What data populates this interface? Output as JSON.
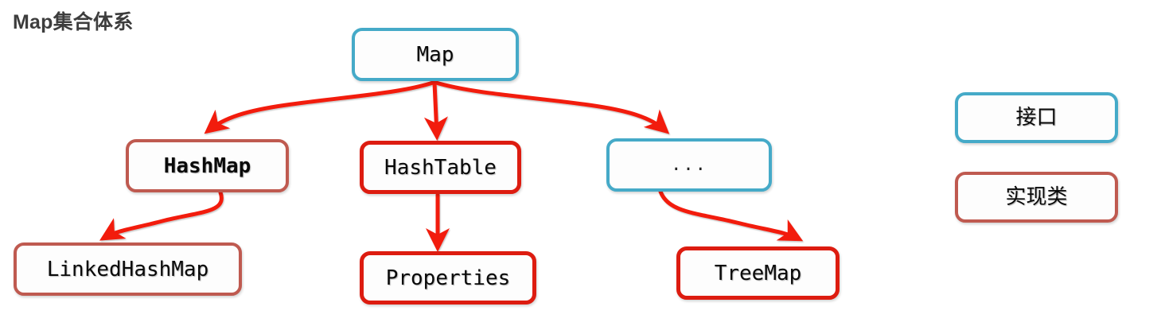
{
  "title": "Map集合体系",
  "palette": {
    "interface_border": "#45aac8",
    "impl_border_muted": "#bf5a50",
    "impl_border_bright": "#dd1c10",
    "arrow": "#f21a0a",
    "title_color": "#3d3d3d",
    "background": "#ffffff"
  },
  "nodes": {
    "map": {
      "label": "Map",
      "kind": "interface"
    },
    "hashmap": {
      "label": "HashMap",
      "kind": "implementation"
    },
    "hashtable": {
      "label": "HashTable",
      "kind": "implementation"
    },
    "ellipsis": {
      "label": "...",
      "kind": "interface"
    },
    "linkedhashmap": {
      "label": "LinkedHashMap",
      "kind": "implementation"
    },
    "properties": {
      "label": "Properties",
      "kind": "implementation"
    },
    "treemap": {
      "label": "TreeMap",
      "kind": "implementation"
    }
  },
  "legend": {
    "interface": "接口",
    "implementation": "实现类"
  },
  "edges": [
    {
      "from": "map",
      "to": "hashmap"
    },
    {
      "from": "map",
      "to": "hashtable"
    },
    {
      "from": "map",
      "to": "ellipsis"
    },
    {
      "from": "hashmap",
      "to": "linkedhashmap"
    },
    {
      "from": "hashtable",
      "to": "properties"
    },
    {
      "from": "ellipsis",
      "to": "treemap"
    }
  ]
}
